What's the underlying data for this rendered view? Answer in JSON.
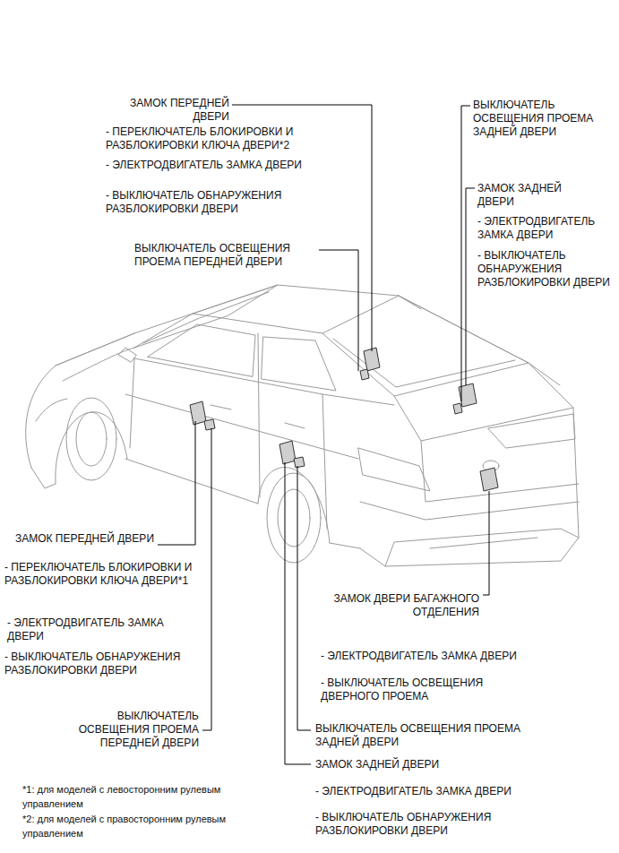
{
  "diagram": {
    "labels": [
      "ЗАМОК ПЕРЕДНЕЙ ДВЕРИ",
      "- ПЕРЕКЛЮЧАТЕЛЬ БЛОКИРОВКИ И РАЗБЛОКИРОВКИ КЛЮЧА ДВЕРИ*2",
      "- ЭЛЕКТРОДВИГАТЕЛЬ ЗАМКА ДВЕРИ",
      "- ВЫКЛЮЧАТЕЛЬ ОБНАРУЖЕНИЯ РАЗБЛОКИРОВКИ ДВЕРИ",
      "ВЫКЛЮЧАТЕЛЬ ОСВЕЩЕНИЯ ПРОЕМА ПЕРЕДНЕЙ ДВЕРИ",
      "ВЫКЛЮЧАТЕЛЬ ОСВЕЩЕНИЯ ПРОЕМА ЗАДНЕЙ ДВЕРИ",
      "ЗАМОК ЗАДНЕЙ ДВЕРИ",
      "- ЭЛЕКТРОДВИГАТЕЛЬ ЗАМКА ДВЕРИ",
      "- ВЫКЛЮЧАТЕЛЬ ОБНАРУЖЕНИЯ РАЗБЛОКИРОВКИ ДВЕРИ",
      "ЗАМОК ПЕРЕДНЕЙ ДВЕРИ",
      "- ПЕРЕКЛЮЧАТЕЛЬ БЛОКИРОВКИ И РАЗБЛОКИРОВКИ КЛЮЧА ДВЕРИ*1",
      "- ЭЛЕКТРОДВИГАТЕЛЬ ЗАМКА ДВЕРИ",
      "- ВЫКЛЮЧАТЕЛЬ ОБНАРУЖЕНИЯ РАЗБЛОКИРОВКИ ДВЕРИ",
      "ВЫКЛЮЧАТЕЛЬ ОСВЕЩЕНИЯ ПРОЕМА ПЕРЕДНЕЙ ДВЕРИ",
      "ЗАМОК ДВЕРИ БАГАЖНОГО ОТДЕЛЕНИЯ",
      "- ЭЛЕКТРОДВИГАТЕЛЬ ЗАМКА ДВЕРИ",
      "- ВЫКЛЮЧАТЕЛЬ ОСВЕЩЕНИЯ ДВЕРНОГО ПРОЕМА",
      "ВЫКЛЮЧАТЕЛЬ ОСВЕЩЕНИЯ ПРОЕМА ЗАДНЕЙ ДВЕРИ",
      "ЗАМОК ЗАДНЕЙ ДВЕРИ",
      "- ЭЛЕКТРОДВИГАТЕЛЬ ЗАМКА ДВЕРИ",
      "- ВЫКЛЮЧАТЕЛЬ ОБНАРУЖЕНИЯ РАЗБЛОКИРОВКИ ДВЕРИ",
      "*1: для моделей с левосторонним рулевым управлением",
      "*2: для моделей с правосторонним рулевым управлением"
    ]
  }
}
